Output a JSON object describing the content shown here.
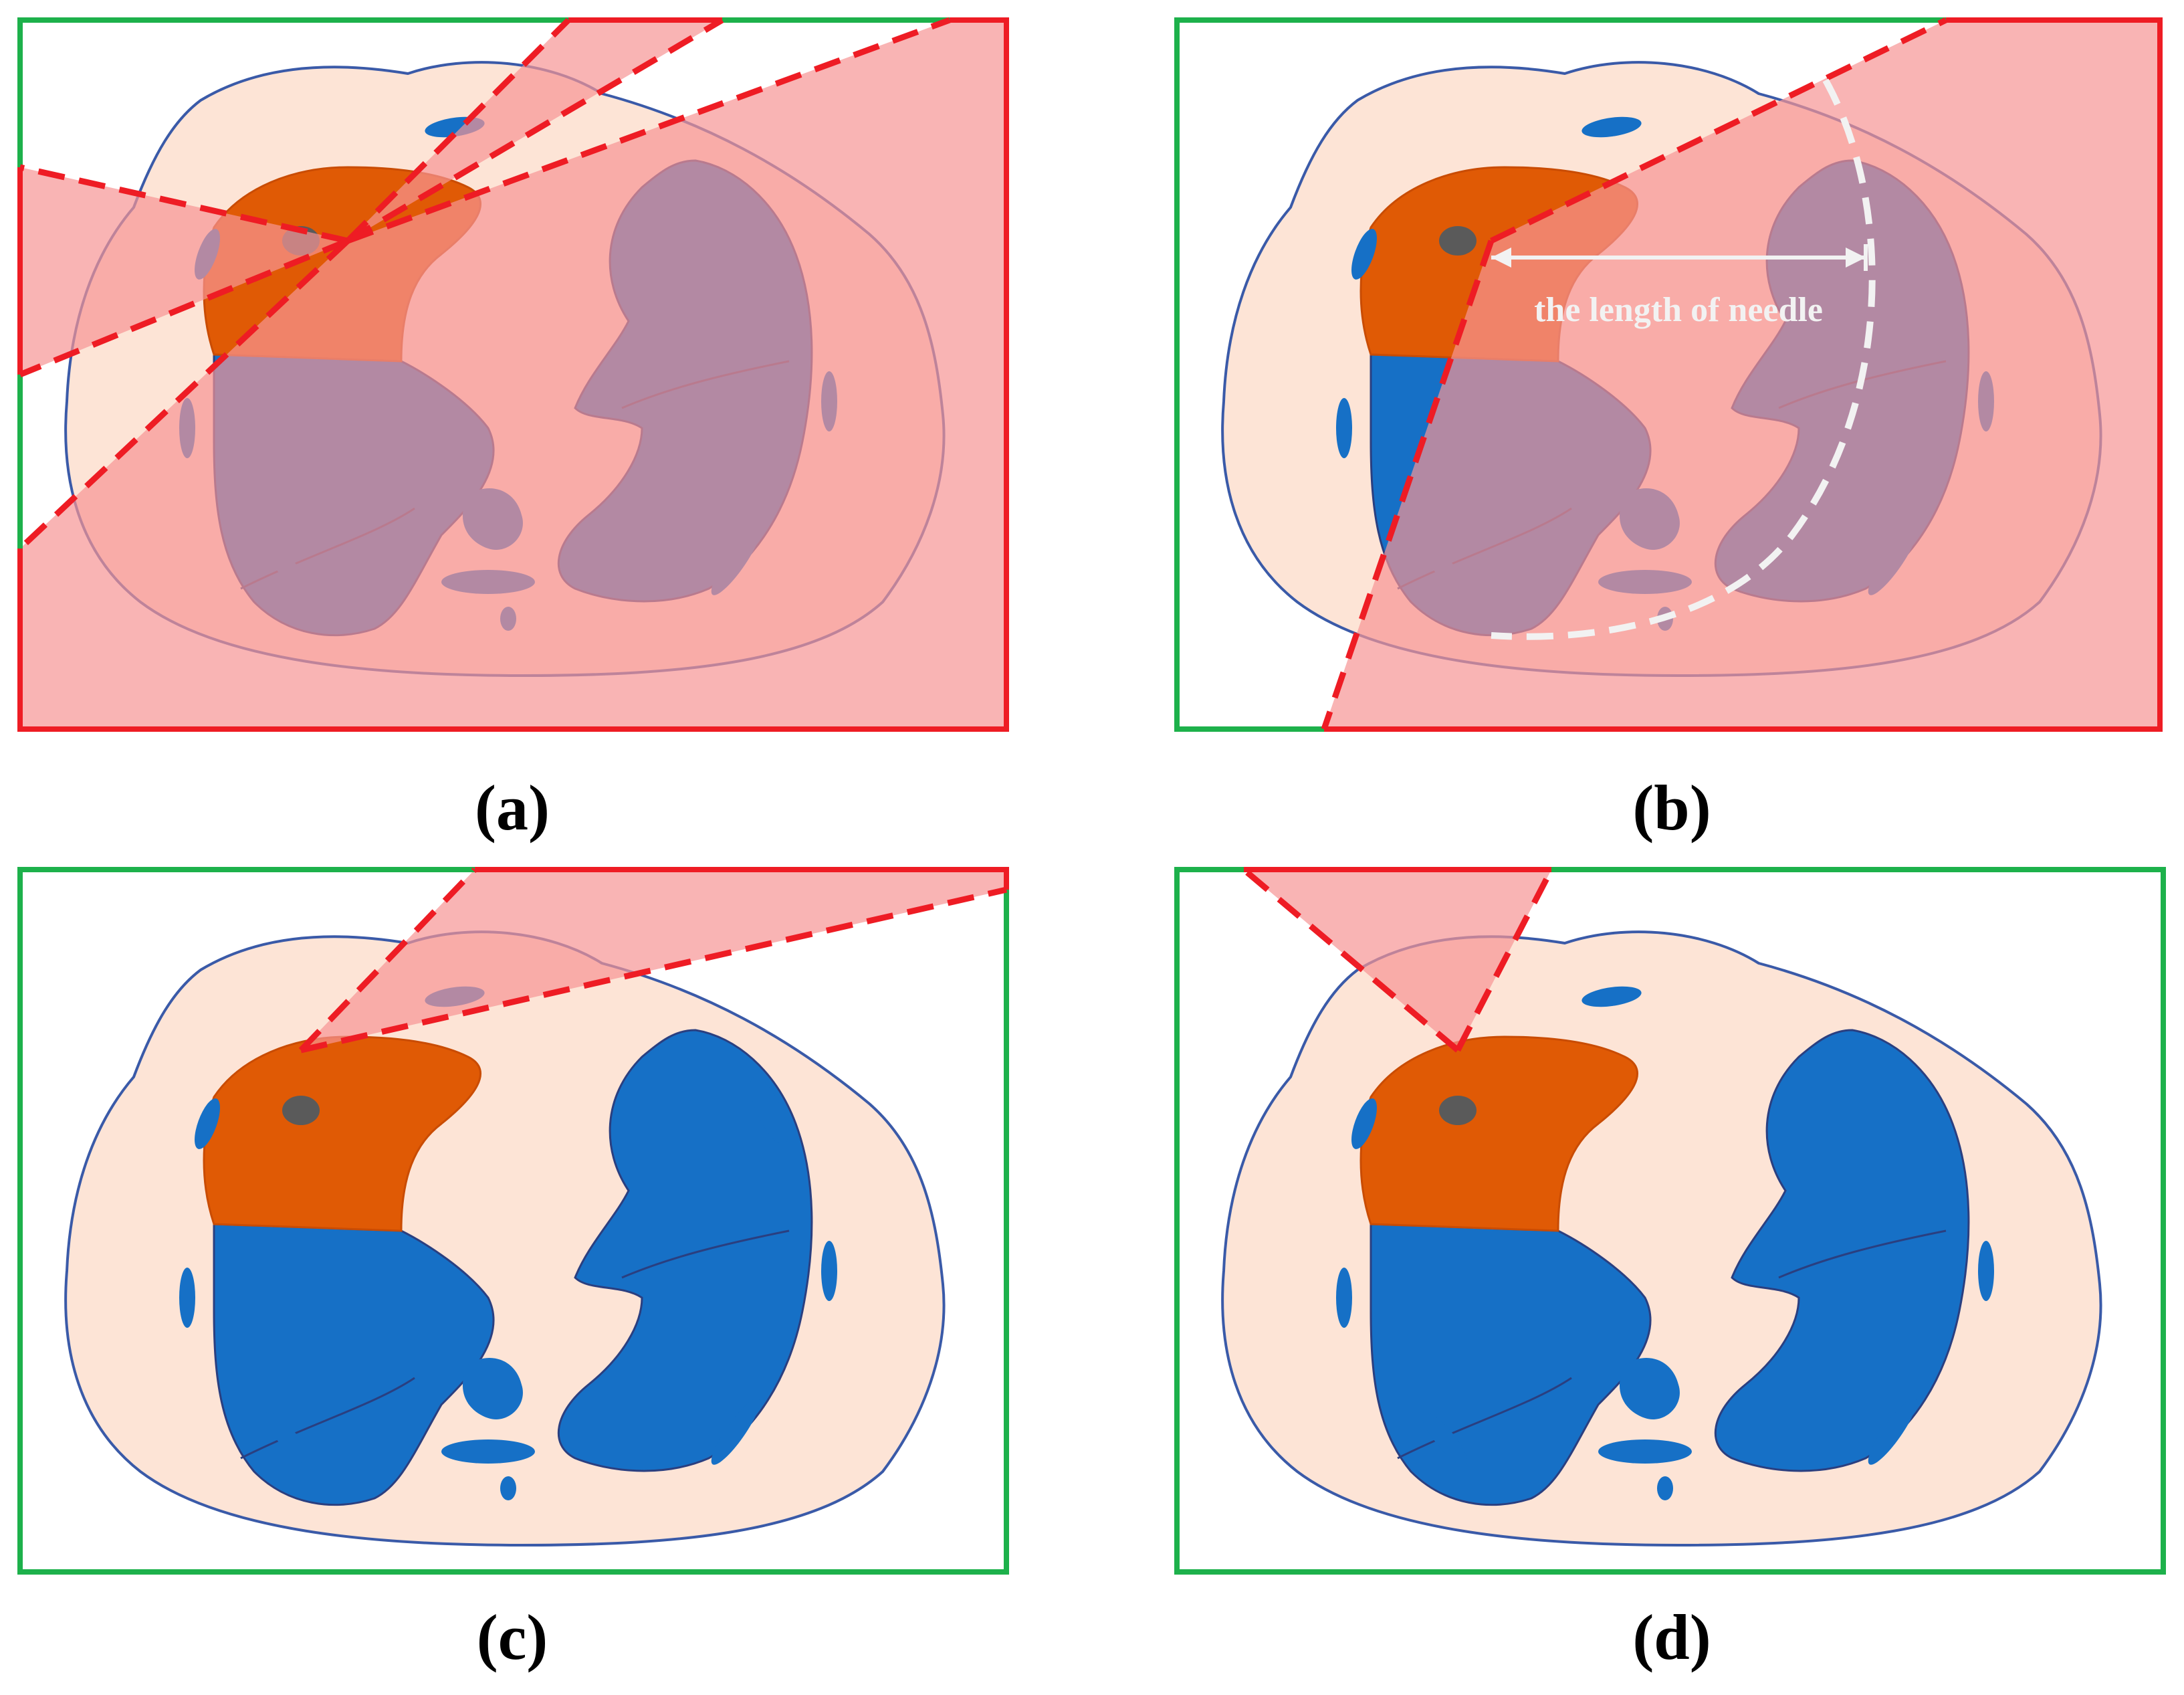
{
  "colors": {
    "frame_feasible": "#1db14b",
    "frame_blocked": "#ee1c24",
    "dashed_boundary": "#ee1c24",
    "obstacle_zone_fill": "#f79494",
    "body_fill": "#fde4d6",
    "body_outline": "#3a5aa8",
    "lung_fill": "#1670c6",
    "lung_in_zone_fill": "#8a4e8a",
    "liver_fill": "#e05a05",
    "liver_in_zone_fill": "#fa4a04",
    "tumor_fill": "#5a5a5a",
    "needle_arrow": "#f2f2f2"
  },
  "panels": [
    {
      "id": "a",
      "caption": "(a)"
    },
    {
      "id": "b",
      "caption": "(b)",
      "annotation": "the length of needle"
    },
    {
      "id": "c",
      "caption": "(c)"
    },
    {
      "id": "d",
      "caption": "(d)"
    }
  ]
}
